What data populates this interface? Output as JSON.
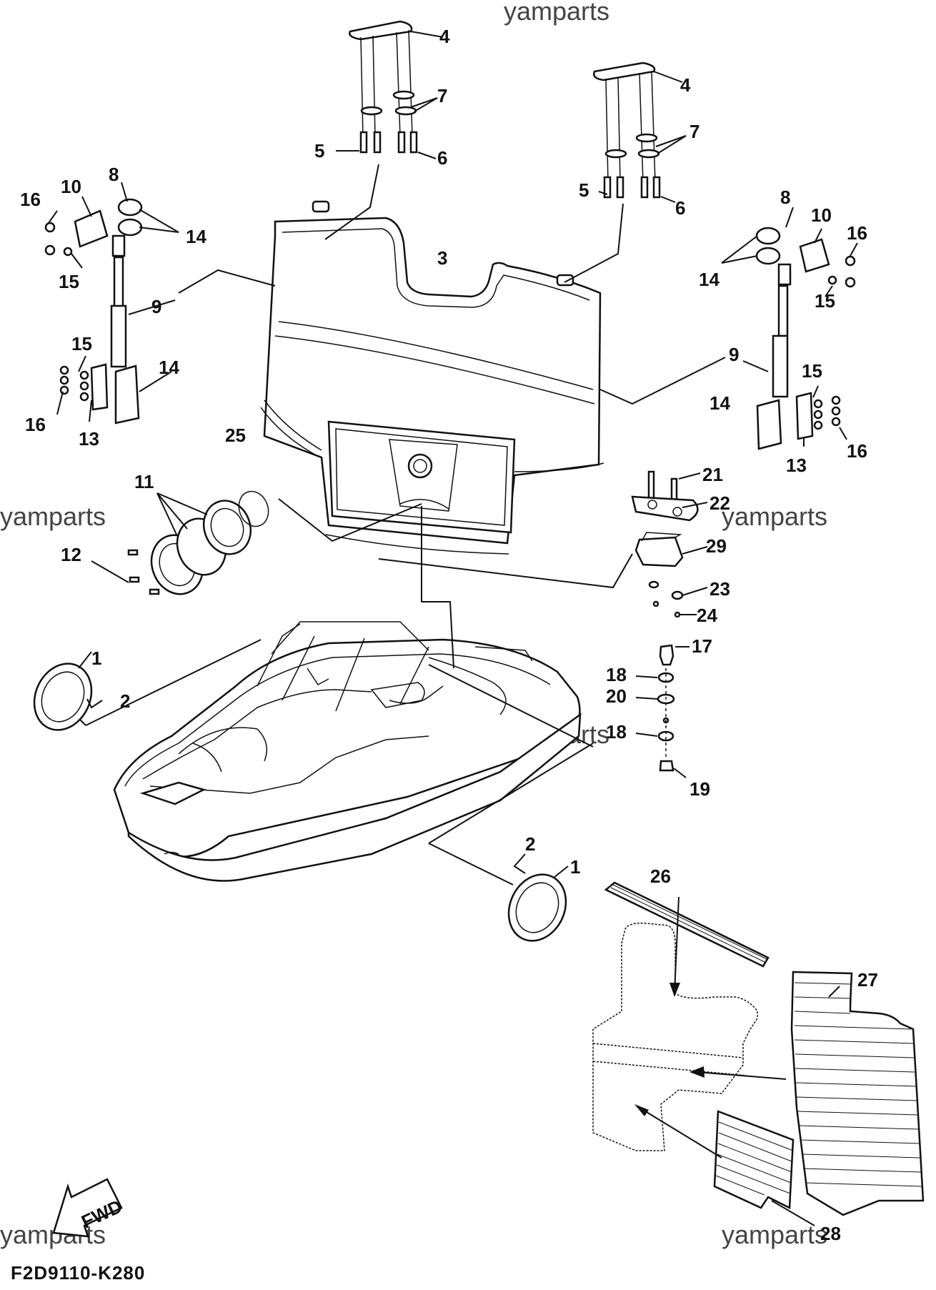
{
  "watermarks": {
    "top": "yamparts",
    "mid_left": "yamparts",
    "mid_right": "yamparts",
    "center": "yamparts",
    "bottom_left": "yamparts",
    "bottom_right": "yamparts"
  },
  "diagram_code": "F2D9110-K280",
  "fwd_label": "FWD",
  "callouts": {
    "c1a": "1",
    "c1b": "1",
    "c2a": "2",
    "c2b": "2",
    "c3": "3",
    "c4a": "4",
    "c4b": "4",
    "c5a": "5",
    "c5b": "5",
    "c6a": "6",
    "c6b": "6",
    "c7a": "7",
    "c7b": "7",
    "c8a": "8",
    "c8b": "8",
    "c9a": "9",
    "c9b": "9",
    "c10a": "10",
    "c10b": "10",
    "c11": "11",
    "c12": "12",
    "c13a": "13",
    "c13b": "13",
    "c14a": "14",
    "c14b": "14",
    "c14c": "14",
    "c14d": "14",
    "c15a": "15",
    "c15b": "15",
    "c15c": "15",
    "c15d": "15",
    "c16a": "16",
    "c16b": "16",
    "c16c": "16",
    "c16d": "16",
    "c17": "17",
    "c18a": "18",
    "c18b": "18",
    "c19": "19",
    "c20": "20",
    "c21": "21",
    "c22": "22",
    "c23": "23",
    "c24": "24",
    "c25": "25",
    "c26": "26",
    "c27": "27",
    "c28": "28",
    "c29": "29"
  }
}
